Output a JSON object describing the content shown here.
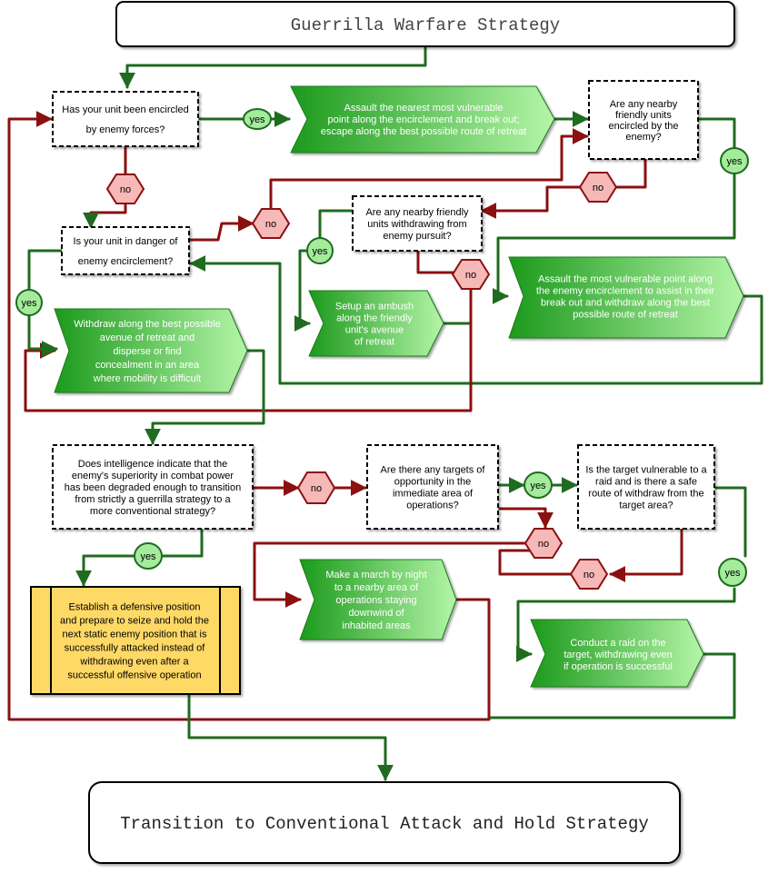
{
  "start_title": "Guerrilla Warfare Strategy",
  "end_title": "Transition to Conventional Attack and Hold Strategy",
  "questions": {
    "q1": [
      "Has your unit been encircled",
      "by enemy forces?"
    ],
    "q2": [
      "Is your unit in danger of",
      "enemy encirclement?"
    ],
    "q3": [
      "Are any nearby",
      "friendly units",
      "encircled by the",
      "enemy?"
    ],
    "q4": [
      "Are any nearby friendly",
      "units withdrawing from",
      "enemy pursuit?"
    ],
    "q5": [
      "Does intelligence indicate that the",
      "enemy's superiority in combat power",
      "has been degraded enough to transition",
      "from strictly a guerrilla strategy to a",
      "more conventional strategy?"
    ],
    "q6": [
      "Are there any targets of",
      "opportunity in the",
      "immediate area of",
      "operations?"
    ],
    "q7": [
      "Is the target vulnerable to a",
      "raid and is there a safe",
      "route of withdraw from the",
      "target area?"
    ]
  },
  "actions": {
    "a1": [
      "Assault the nearest most vulnerable",
      "point along the encirclement and break out;",
      "escape along the best possible route of retreat"
    ],
    "a2": [
      "Assault the most vulnerable point along",
      "the enemy encirclement to assist in their",
      "break out and withdraw along the best",
      "possible route of retreat"
    ],
    "a3": [
      "Setup an ambush",
      "along the friendly",
      "unit's avenue",
      "of retreat"
    ],
    "a4": [
      "Withdraw along the best possible",
      "avenue of retreat and",
      "disperse or find",
      "concealment in an area",
      "where mobility is difficult"
    ],
    "a5": [
      "Make a march by night",
      "to a nearby area of",
      "operations staying",
      "downwind of",
      "inhabited areas"
    ],
    "a6": [
      "Conduct a raid on the",
      "target, withdrawing even",
      "if operation is successful"
    ],
    "a7": [
      "Establish a defensive position",
      "and prepare to seize and hold the",
      "next static enemy position that is",
      "successfully attacked instead of",
      "withdrawing even after a",
      "successful offensive operation"
    ]
  },
  "labels": {
    "yes": "yes",
    "no": "no"
  },
  "colors": {
    "yes_line": "#1f6b1f",
    "no_line": "#8b1010",
    "yes_fill": "#a4ec9c",
    "no_fill": "#f7b8b8",
    "yellow_fill": "#ffd966"
  }
}
